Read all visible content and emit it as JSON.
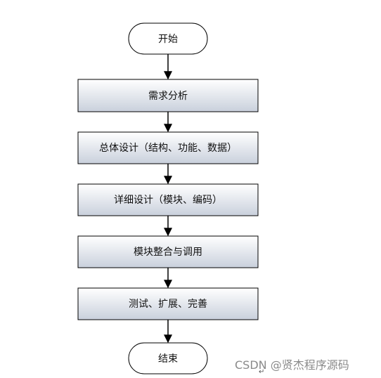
{
  "flowchart": {
    "start": "开始",
    "steps": [
      "需求分析",
      "总体设计（结构、功能、数据）",
      "详细设计（模块、编码）",
      "模块整合与调用",
      "测试、扩展、完善"
    ],
    "end": "结束"
  },
  "watermark": "CSDN @贤杰程序源码",
  "paragraph_mark": "↵",
  "colors": {
    "box_fill_top": "#ffffff",
    "box_fill_bottom": "#c9d0dc",
    "stroke": "#000000",
    "watermark": "#8a8a8a"
  }
}
